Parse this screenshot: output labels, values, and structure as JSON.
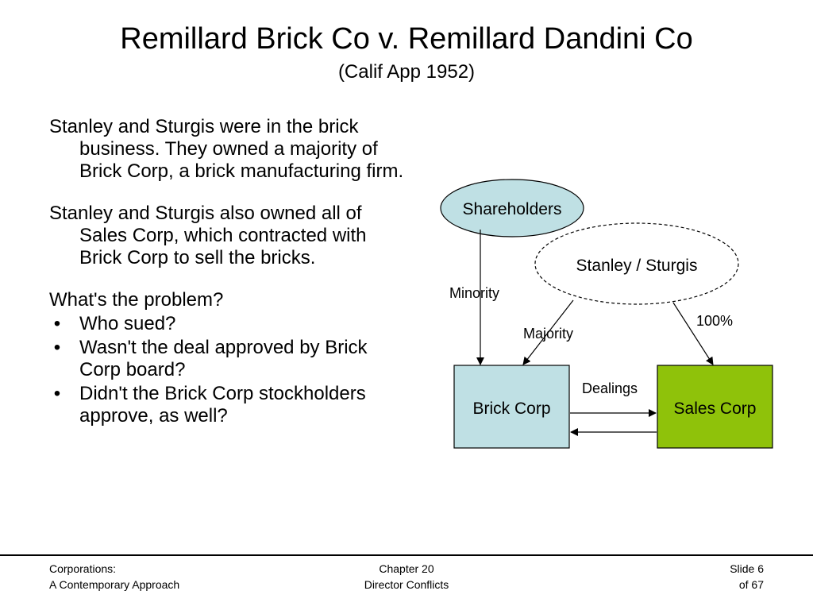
{
  "slide": {
    "title": "Remillard Brick Co v. Remillard Dandini Co",
    "subtitle": "(Calif App 1952)"
  },
  "body": {
    "paragraph1": "Stanley and Sturgis were in the brick business. They owned a majority of Brick Corp, a brick manufacturing firm.",
    "paragraph2": "Stanley and Sturgis also owned all of Sales Corp, which contracted with Brick Corp to sell the bricks.",
    "question": "What's the problem?",
    "bullet_char": "•",
    "bullets": [
      "Who sued?",
      "Wasn't the deal approved by Brick Corp board?",
      "Didn't the Brick Corp stockholders approve, as well?"
    ]
  },
  "diagram": {
    "nodes": {
      "shareholders": "Shareholders",
      "stanley_sturgis": "Stanley / Sturgis",
      "brick_corp": "Brick Corp",
      "sales_corp": "Sales Corp"
    },
    "edge_labels": {
      "minority": "Minority",
      "majority": "Majority",
      "hundred_percent": "100%",
      "dealings": "Dealings"
    },
    "colors": {
      "light_blue": "#bfe0e4",
      "green": "#8fc20a"
    }
  },
  "footer": {
    "left_line1": "Corporations:",
    "left_line2": "A Contemporary Approach",
    "center_line1": "Chapter 20",
    "center_line2": "Director Conflicts",
    "right_line1": "Slide 6",
    "right_line2": "of 67"
  }
}
